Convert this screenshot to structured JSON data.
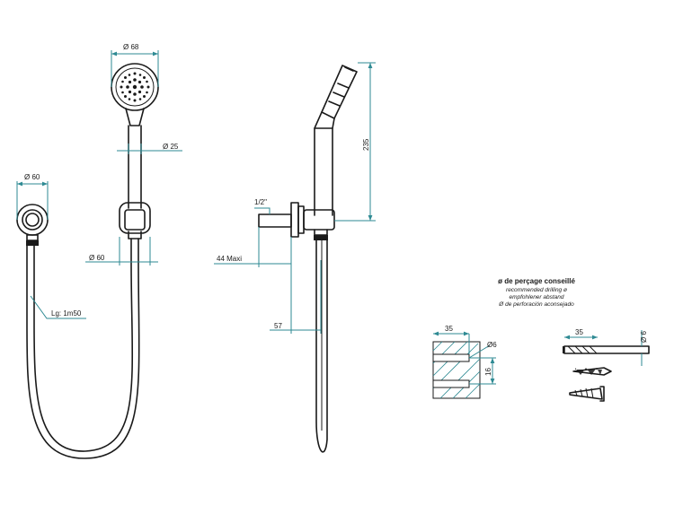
{
  "dimensions": {
    "head_diameter": "Ø 68",
    "handle_diameter": "Ø 25",
    "outlet_diameter": "Ø 60",
    "holder_diameter": "Ø 60",
    "hose_length": "Lg: 1m50",
    "height": "235",
    "thread": "1/2\"",
    "wall_projection": "44 Maxi",
    "depth": "57",
    "hole_depth": "35",
    "hole_diameter": "Ø6",
    "hole_spacing": "16",
    "bit_length": "35",
    "bit_diameter": "Ø 6"
  },
  "drilling_note": {
    "title": "ø de perçage conseillé",
    "english": "recommended drilling ø",
    "german": "empfohlener abstand",
    "spanish": "Ø de perforación aconsejado"
  },
  "colors": {
    "line": "#1a1a1a",
    "dimension": "#2e8a93"
  }
}
